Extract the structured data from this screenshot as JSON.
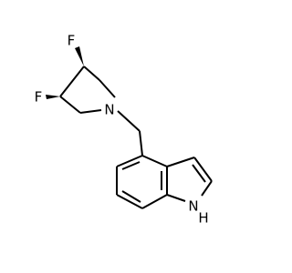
{
  "atoms": {
    "f_upper": {
      "symbol": "F",
      "color": "#33cc33"
    },
    "f_lower": {
      "symbol": "F",
      "color": "#33cc33"
    },
    "n_pyrrolidine": {
      "symbol": "N",
      "color": "#3050f8"
    },
    "nh_indole": {
      "symbol": "NH",
      "symbol_n": "N",
      "symbol_h": "H",
      "color": "#3050f8"
    }
  },
  "colors": {
    "bond": "#000000",
    "background": "#ffffff"
  }
}
